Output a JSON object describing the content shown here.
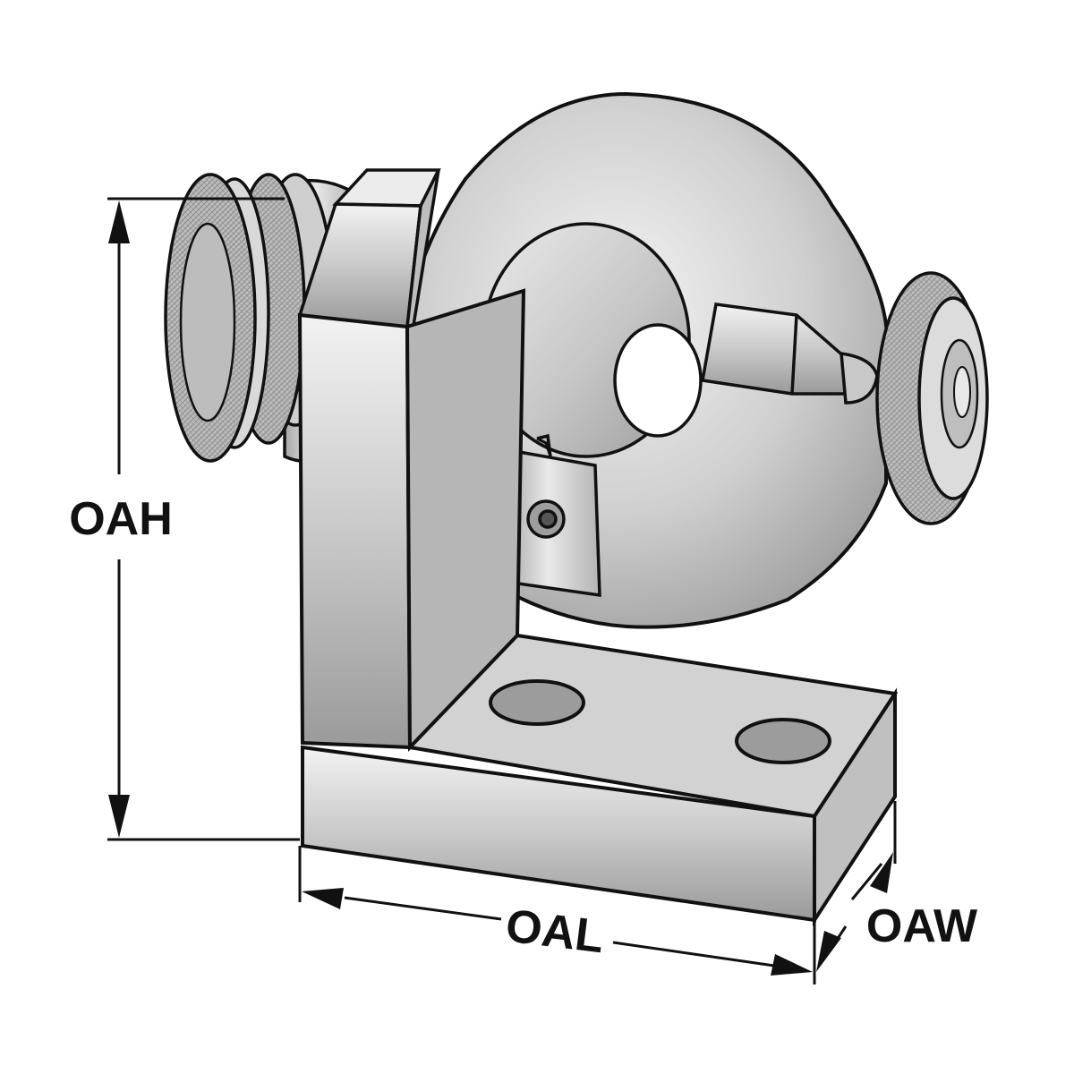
{
  "dimensions": {
    "height_label": "OAH",
    "length_label": "OAL",
    "width_label": "OAW"
  },
  "colors": {
    "background": "#ffffff",
    "outline": "#111111",
    "steel_light": "#eeeeee",
    "steel_mid": "#c4c4c4",
    "steel_dark": "#8e8e8e",
    "hole": "#ffffff"
  },
  "icons": [
    "up-arrow-icon",
    "down-arrow-icon",
    "left-arrow-icon",
    "right-arrow-icon"
  ]
}
